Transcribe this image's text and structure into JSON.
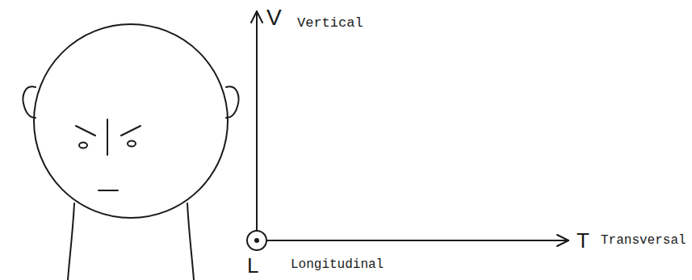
{
  "diagram": {
    "labels": [
      "V",
      "Vertical",
      "T",
      "Transversal",
      "L",
      "Longitudinal"
    ]
  }
}
